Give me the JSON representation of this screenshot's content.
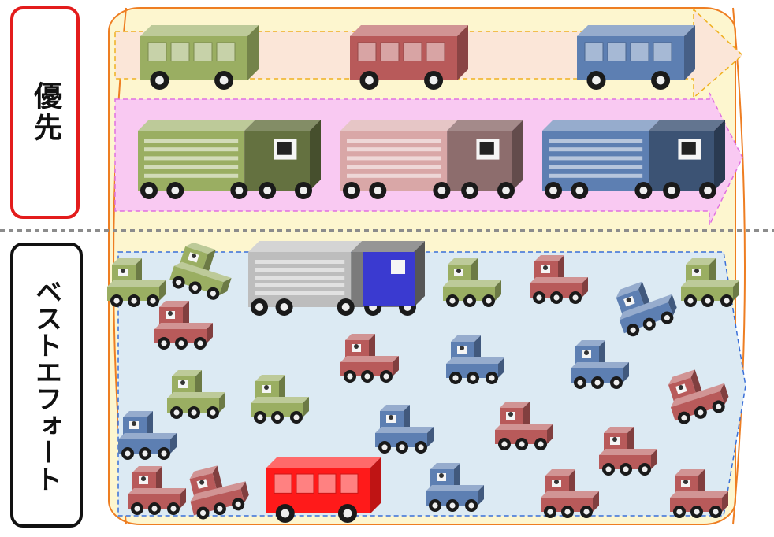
{
  "labels": {
    "priority": "優先",
    "best_effort": "ベストエフォート"
  },
  "colors": {
    "green": "#9aae62",
    "red": "#b85a5a",
    "blue": "#5d7fb2",
    "pink": "#d9a7a7",
    "gray": "#bdbdbd",
    "bright_blue": "#3a3ad0",
    "bright_red": "#ff1a1a"
  },
  "vehicles": {
    "buses": [
      "green",
      "red",
      "blue",
      "bright_red"
    ],
    "trucks": [
      "green",
      "pink",
      "blue",
      "gray"
    ],
    "cars": [
      "green",
      "green",
      "red",
      "green",
      "red",
      "green",
      "blue",
      "green",
      "red",
      "blue",
      "red",
      "blue",
      "green",
      "green",
      "blue",
      "blue",
      "red",
      "red",
      "red",
      "red",
      "red",
      "blue",
      "red",
      "red"
    ]
  }
}
